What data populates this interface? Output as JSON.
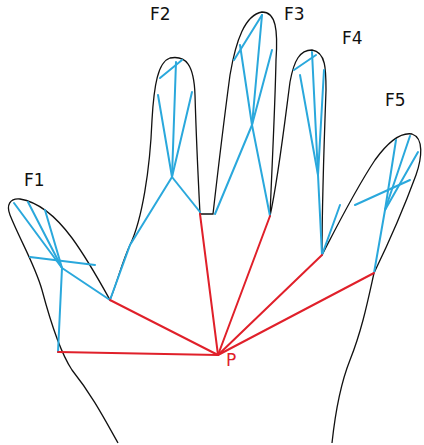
{
  "diagram": {
    "labels": [
      "F2",
      "F3",
      "F4",
      "F5",
      "F1",
      "P"
    ]
  }
}
